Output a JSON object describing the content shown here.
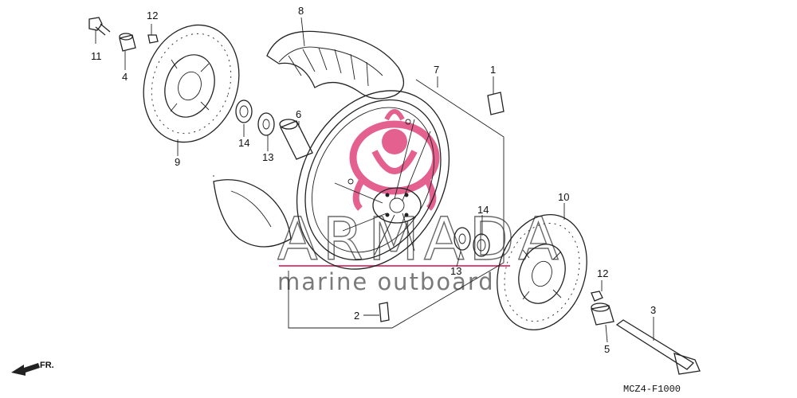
{
  "diagram": {
    "drawing_code": "MCZ4-F1000",
    "front_label": "FR.",
    "watermark": {
      "brand": "ARMADA",
      "tagline": "marine outboard",
      "color": "#e0457b"
    },
    "callouts": {
      "c1": "1",
      "c2": "2",
      "c3": "3",
      "c4": "4",
      "c5": "5",
      "c6": "6",
      "c7": "7",
      "c8": "8",
      "c9": "9",
      "c10": "10",
      "c11": "11",
      "c12a": "12",
      "c12b": "12",
      "c13a": "13",
      "c13b": "13",
      "c14a": "14",
      "c14b": "14"
    }
  }
}
